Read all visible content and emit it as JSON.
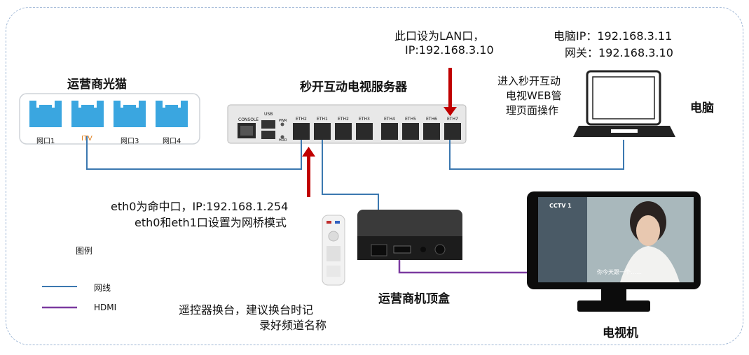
{
  "labels": {
    "modem": "运营商光猫",
    "server": "秒开互动电视服务器",
    "pc": "电脑",
    "stb": "运营商机顶盒",
    "tv": "电视机"
  },
  "modem_ports": [
    "网口1",
    "ITV",
    "网口3",
    "网口4"
  ],
  "server_ports": [
    "CONSOLE",
    "USB",
    "PWR",
    "HDD",
    "ETH2",
    "ETH1",
    "ETH2",
    "ETH3",
    "ETH4",
    "ETH5",
    "ETH6",
    "ETH7"
  ],
  "notes": {
    "lan_line1": "此口设为LAN口，",
    "lan_line2": "IP:192.168.3.10",
    "pc_ip_line1": "电脑IP：192.168.3.11",
    "pc_ip_line2": "网关：192.168.3.10",
    "web_line1": "进入秒开互动",
    "web_line2": "电视WEB管",
    "web_line3": "理页面操作",
    "eth0_line1": "eth0为命中口，IP:192.168.1.254",
    "eth0_line2": "eth0和eth1口设置为网桥模式",
    "remote_line1": "遥控器换台，建议换台时记",
    "remote_line2": "录好频道名称"
  },
  "legend": {
    "title": "图例",
    "items": [
      {
        "label": "网线",
        "color": "#3b78b0"
      },
      {
        "label": "HDMI",
        "color": "#7b3aa0"
      }
    ]
  },
  "tv_screen": {
    "channel_logo": "CCTV 1",
    "subtitle": "你今天跟一个……"
  },
  "colors": {
    "network_cable": "#3b78b0",
    "hdmi_cable": "#7b3aa0",
    "arrow": "#c00000",
    "port_blue": "#3aa6e0",
    "itv_orange": "#e08020"
  }
}
